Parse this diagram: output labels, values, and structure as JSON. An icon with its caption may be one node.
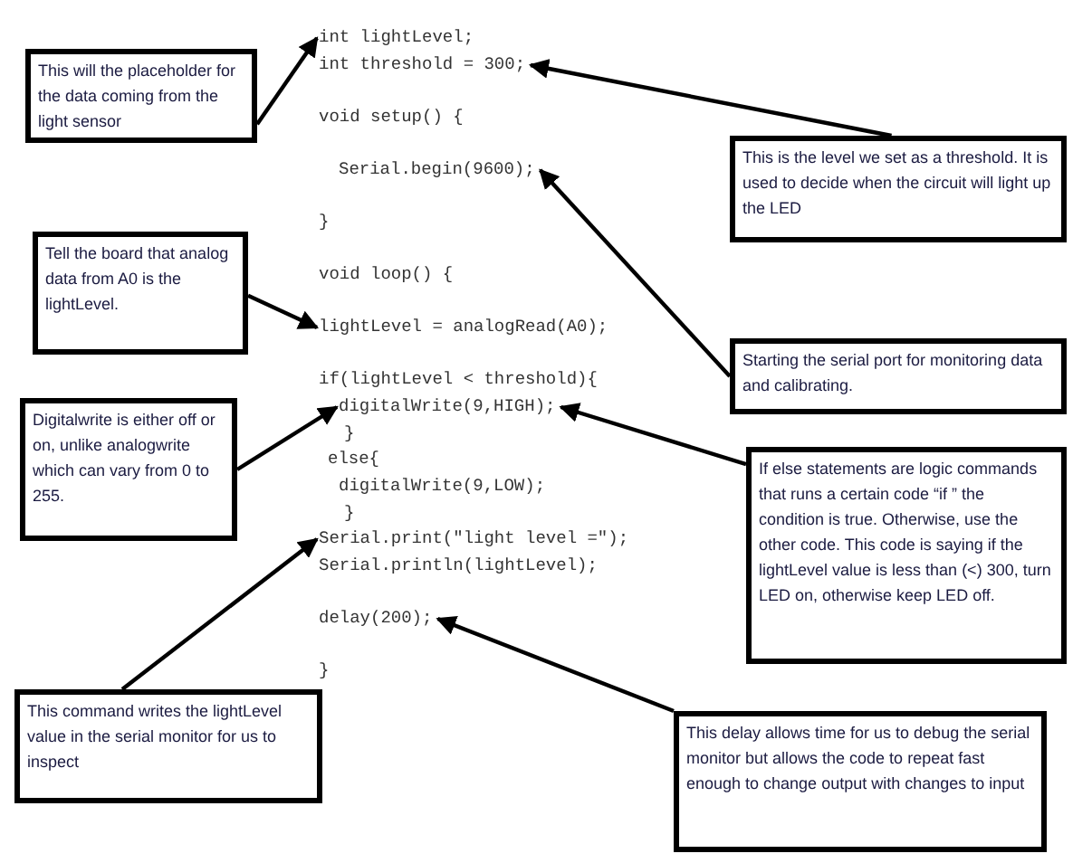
{
  "diagram": {
    "nodes": [
      {
        "text": [
          "This will the placeholder for the data coming from the light sensor"
        ]
      },
      {
        "text": [
          "int lightLevel;"
        ]
      },
      {
        "text": [
          "int threshold = 300;"
        ]
      },
      {
        "text": [
          "This is the level we set as a threshold. It is used to decide when the circuit will light up the LED"
        ]
      },
      {
        "text": [
          "Serial.begin(9600);"
        ]
      },
      {
        "text": [
          "Tell the board that analog data from A0 is the lightLevel."
        ]
      },
      {
        "text": [
          "lightLevel = analogRead(A0);"
        ]
      },
      {
        "text": [
          "Starting the serial port for monitoring data and calibrating."
        ]
      },
      {
        "text": [
          "Digitalwrite is either off or on, unlike analogwrite which can vary from 0 to 255."
        ]
      },
      {
        "text": [
          "digitalWrite(9,HIGH);"
        ]
      },
      {
        "text": [
          "If else statements are logic commands that runs a certain code “if ” the condition is true. Otherwise, use the other code. This code is saying if the lightLevel value is less than (<) 300, turn LED on, otherwise keep LED off."
        ]
      },
      {
        "text": [
          "Serial.print(\"light level =\");"
        ]
      },
      {
        "text": [
          "This command writes the lightLevel value in the serial monitor for us to inspect"
        ]
      },
      {
        "text": [
          "delay(200);"
        ]
      },
      {
        "text": [
          "This delay allows time for us to debug the serial monitor but allows the code to repeat fast enough to change output with changes to input"
        ]
      }
    ],
    "edges": [
      {
        "from": 0,
        "to": 1,
        "arrow": "to"
      },
      {
        "from": 3,
        "to": 2,
        "arrow": "to"
      },
      {
        "from": 5,
        "to": 6,
        "arrow": "to"
      },
      {
        "from": 7,
        "to": 4,
        "arrow": "to"
      },
      {
        "from": 8,
        "to": 9,
        "arrow": "to"
      },
      {
        "from": 10,
        "to": 9,
        "arrow": "to"
      },
      {
        "from": 12,
        "to": 11,
        "arrow": "to"
      },
      {
        "from": 14,
        "to": 13,
        "arrow": "to"
      }
    ],
    "labels": [
      "void setup() {",
      "}",
      "void loop() {",
      "if(lightLevel < threshold){",
      "}",
      "else{",
      "digitalWrite(9,LOW);",
      "}",
      "Serial.println(lightLevel);",
      "}"
    ]
  }
}
